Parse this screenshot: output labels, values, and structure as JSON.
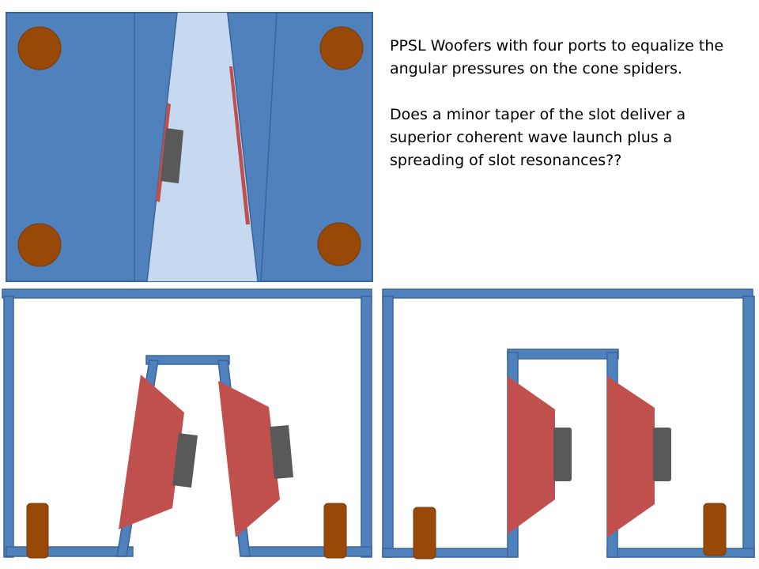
{
  "caption": {
    "line1": "PPSL Woofers with four ports to equalize the angular pressures on the cone spiders.",
    "line2": "Does a minor taper of the slot deliver a superior coherent wave launch plus a spreading of slot resonances??"
  },
  "colors": {
    "panel": "#4f81bd",
    "panel_edge": "#3a649a",
    "slot": "#c6d9f1",
    "cone": "#c0504d",
    "magnet": "#595959",
    "port": "#984807",
    "port_edge": "#7a3a05",
    "interior": "#ffffff"
  },
  "icons": [
    "woofer-cone",
    "woofer-magnet",
    "port-circle",
    "port-tube"
  ]
}
